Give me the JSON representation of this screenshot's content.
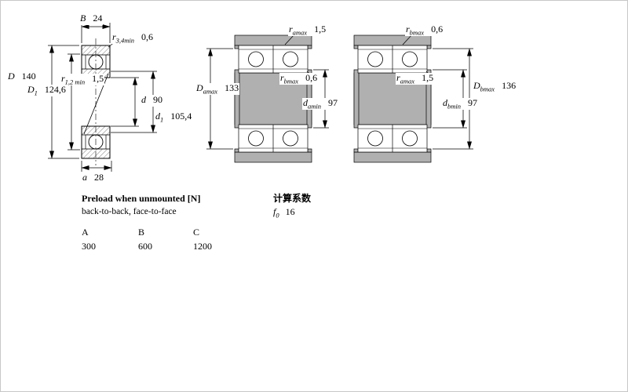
{
  "section_view": {
    "B": {
      "name": "B",
      "sub": "",
      "value": "24"
    },
    "r34": {
      "name": "r",
      "sub": "3,4min",
      "value": "0,6"
    },
    "D": {
      "name": "D",
      "sub": "",
      "value": "140"
    },
    "D1": {
      "name": "D",
      "sub": "1",
      "value": "124,6"
    },
    "r12": {
      "name": "r",
      "sub": "1,2 min",
      "value": "1,5"
    },
    "d": {
      "name": "d",
      "sub": "",
      "value": "90"
    },
    "d1": {
      "name": "d",
      "sub": "1",
      "value": "105,4"
    },
    "a": {
      "name": "a",
      "sub": "",
      "value": "28"
    }
  },
  "mounting_a": {
    "ra": {
      "name": "r",
      "sub": "amax",
      "value": "1,5"
    },
    "rb": {
      "name": "r",
      "sub": "bmax",
      "value": "0,6"
    },
    "Da": {
      "name": "D",
      "sub": "amax",
      "value": "133"
    },
    "da": {
      "name": "d",
      "sub": "amin",
      "value": "97"
    }
  },
  "mounting_b": {
    "rb": {
      "name": "r",
      "sub": "bmax",
      "value": "0,6"
    },
    "ra": {
      "name": "r",
      "sub": "amax",
      "value": "1,5"
    },
    "Db": {
      "name": "D",
      "sub": "bmax",
      "value": "136"
    },
    "db": {
      "name": "d",
      "sub": "bmin",
      "value": "97"
    }
  },
  "preload": {
    "title": "Preload when unmounted [N]",
    "subtitle": "back-to-back, face-to-face",
    "columns": [
      "A",
      "B",
      "C"
    ],
    "values": [
      "300",
      "600",
      "1200"
    ]
  },
  "calculation": {
    "title": "计算系数",
    "f0": {
      "name": "f",
      "sub": "0",
      "value": "16"
    }
  },
  "colors": {
    "metal_gray": "#b0b0b0",
    "line_black": "#000000"
  }
}
